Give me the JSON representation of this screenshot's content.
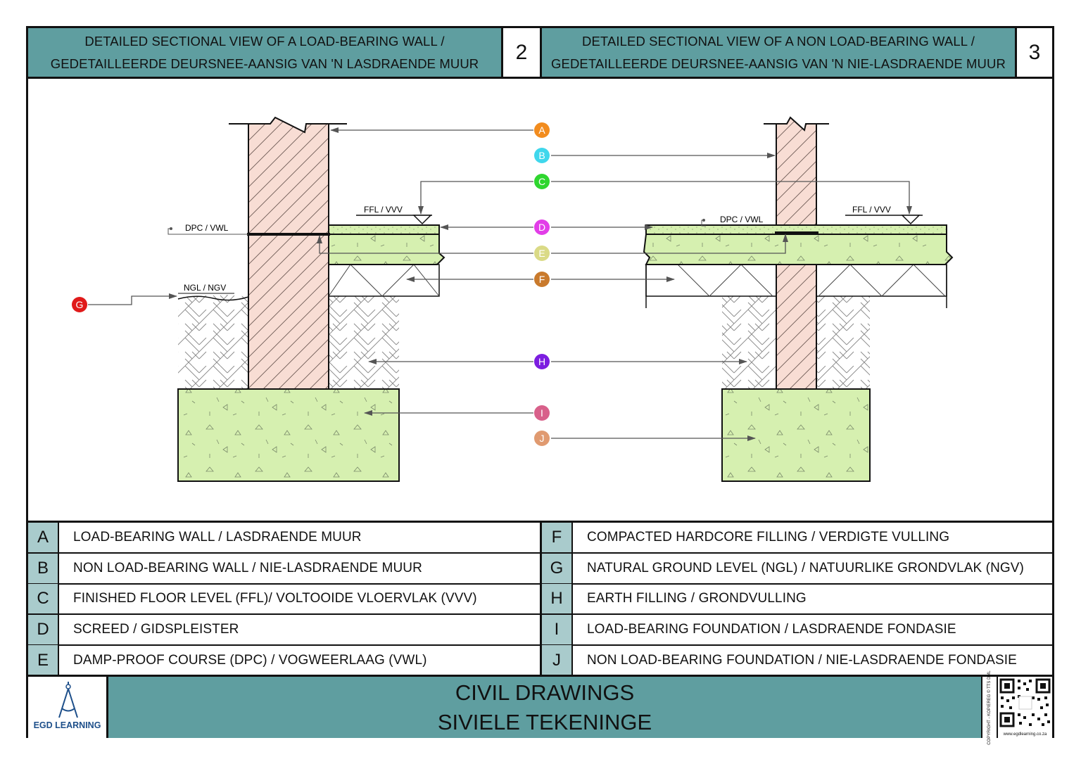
{
  "header": {
    "left_title_line1": "DETAILED SECTIONAL VIEW OF A LOAD-BEARING WALL /",
    "left_title_line2": "GEDETAILLEERDE DEURSNEE-AANSIG VAN 'N LASDRAENDE MUUR",
    "left_number": "2",
    "right_title_line1": "DETAILED SECTIONAL VIEW OF A NON LOAD-BEARING WALL /",
    "right_title_line2": "GEDETAILLEERDE DEURSNEE-AANSIG VAN 'N NIE-LASDRAENDE MUUR",
    "right_number": "3"
  },
  "drawing_labels": {
    "dpc_left": "DPC / VWL",
    "dpc_right": "DPC / VWL",
    "ffl_left": "FFL / VVV",
    "ffl_right": "FFL / VVV",
    "ngl": "NGL / NGV"
  },
  "markers": [
    {
      "key": "A",
      "color": "#f28c1e"
    },
    {
      "key": "B",
      "color": "#3fd7ec"
    },
    {
      "key": "C",
      "color": "#2fd62f"
    },
    {
      "key": "D",
      "color": "#e23ee8"
    },
    {
      "key": "E",
      "color": "#dada86"
    },
    {
      "key": "F",
      "color": "#c97a2c"
    },
    {
      "key": "G",
      "color": "#e01a1a"
    },
    {
      "key": "H",
      "color": "#7c1ee0"
    },
    {
      "key": "I",
      "color": "#d8608a"
    },
    {
      "key": "J",
      "color": "#e09a70"
    }
  ],
  "legend": [
    {
      "key": "A",
      "text": "LOAD-BEARING WALL / LASDRAENDE MUUR"
    },
    {
      "key": "B",
      "text": "NON LOAD-BEARING WALL / NIE-LASDRAENDE MUUR"
    },
    {
      "key": "C",
      "text": "FINISHED FLOOR LEVEL (FFL)/ VOLTOOIDE VLOERVLAK (VVV)"
    },
    {
      "key": "D",
      "text": "SCREED / GIDSPLEISTER"
    },
    {
      "key": "E",
      "text": "DAMP-PROOF COURSE (DPC) / VOGWEERLAAG (VWL)"
    },
    {
      "key": "F",
      "text": "COMPACTED HARDCORE FILLING / VERDIGTE VULLING"
    },
    {
      "key": "G",
      "text": "NATURAL GROUND LEVEL (NGL) / NATUURLIKE GRONDVLAK (NGV)"
    },
    {
      "key": "H",
      "text": "EARTH FILLING / GRONDVULLING"
    },
    {
      "key": "I",
      "text": "LOAD-BEARING FOUNDATION / LASDRAENDE FONDASIE"
    },
    {
      "key": "J",
      "text": "NON LOAD-BEARING FOUNDATION / NIE-LASDRAENDE FONDASIE"
    }
  ],
  "footer": {
    "title_line1": "CIVIL DRAWINGS",
    "title_line2": "SIVIELE TEKENINGE",
    "logo_text": "EGD LEARNING",
    "copyright": "COPYRIGHT - KOPIEREG © TTS DML",
    "qr_url": "www.egdlearning.co.za"
  },
  "colors": {
    "header_teal": "#5f9ea0",
    "legend_key_bg": "#a9cbcc",
    "wall_fill": "#f8ddd4",
    "concrete_fill": "#d6f0b0"
  }
}
